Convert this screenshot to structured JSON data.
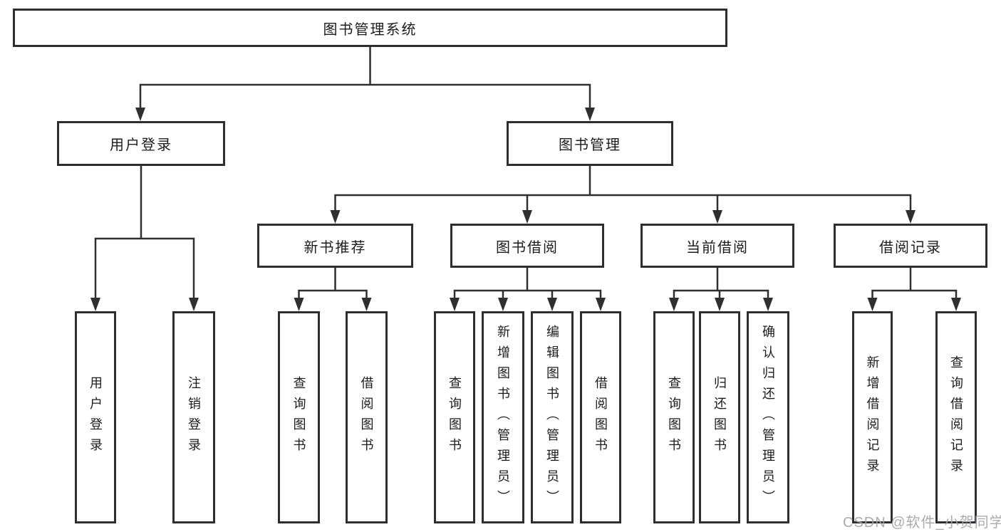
{
  "diagram": {
    "root": {
      "label": "图书管理系统"
    },
    "branches": [
      {
        "label": "用户登录",
        "children": [
          {
            "label": "用户登录"
          },
          {
            "label": "注销登录"
          }
        ]
      },
      {
        "label": "图书管理",
        "children": [
          {
            "label": "新书推荐",
            "children": [
              {
                "label": "查询图书"
              },
              {
                "label": "借阅图书"
              }
            ]
          },
          {
            "label": "图书借阅",
            "children": [
              {
                "label": "查询图书"
              },
              {
                "label": "新增图书（管理员）"
              },
              {
                "label": "编辑图书（管理员）"
              },
              {
                "label": "借阅图书"
              }
            ]
          },
          {
            "label": "当前借阅",
            "children": [
              {
                "label": "查询图书"
              },
              {
                "label": "归还图书"
              },
              {
                "label": "确认归还（管理员）"
              }
            ]
          },
          {
            "label": "借阅记录",
            "children": [
              {
                "label": "新增借阅记录"
              },
              {
                "label": "查询借阅记录"
              }
            ]
          }
        ]
      }
    ]
  },
  "watermark": {
    "text": "CSDN @软件_小贺同学"
  },
  "colors": {
    "line": "#2f2f2f",
    "box_border": "#2e2e2e",
    "text": "#1c1c1c",
    "watermark": "#a3a3aa",
    "background": "#ffffff"
  }
}
